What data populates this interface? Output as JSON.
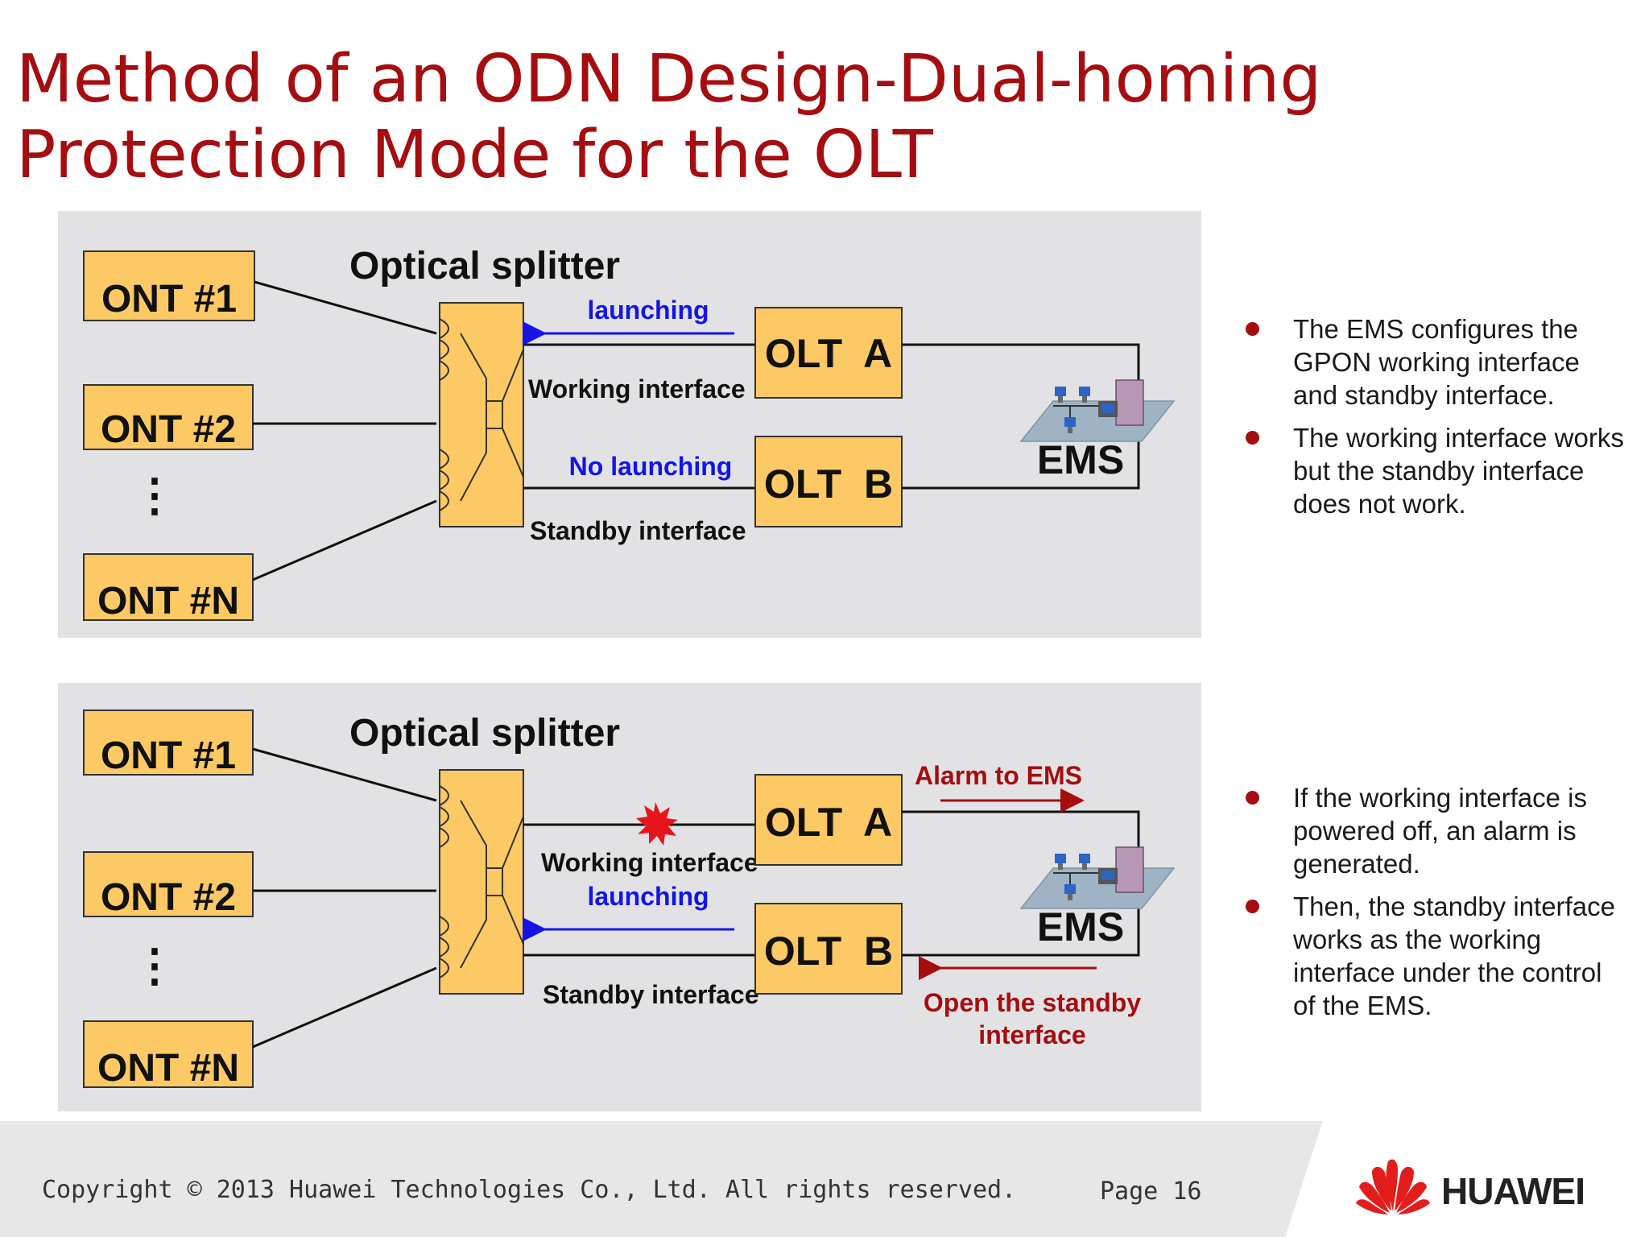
{
  "slide": {
    "title": "Method of an ODN Design-Dual-homing Protection Mode for the OLT",
    "copyright": "Copyright © 2013 Huawei Technologies Co., Ltd. All rights reserved.",
    "page": "Page 16",
    "brand": "HUAWEI"
  },
  "colors": {
    "title": "#a50d10",
    "box_fill": "#fcc964",
    "panel": "#e2e2e4",
    "blue_label": "#1414e6",
    "red_label": "#a50d10"
  },
  "diagram_top": {
    "onts": [
      "ONT #1",
      "ONT #2",
      "ONT #N"
    ],
    "ellipsis": "⋮",
    "splitter_label": "Optical splitter",
    "olt_a": "OLT  A",
    "olt_b": "OLT  B",
    "ems": "EMS",
    "launching": "launching",
    "working_interface": "Working interface",
    "no_launching": "No launching",
    "standby_interface": "Standby interface"
  },
  "diagram_bottom": {
    "onts": [
      "ONT #1",
      "ONT #2",
      "ONT #N"
    ],
    "ellipsis": "⋮",
    "splitter_label": "Optical splitter",
    "olt_a": "OLT  A",
    "olt_b": "OLT  B",
    "ems": "EMS",
    "alarm_to_ems": "Alarm to EMS",
    "working_interface": "Working interface",
    "launching": "launching",
    "standby_interface": "Standby interface",
    "open_standby_line1": "Open the standby",
    "open_standby_line2": "interface"
  },
  "bullets_top": [
    "The EMS configures the GPON working interface and standby interface.",
    "The working interface works but the standby interface does not work."
  ],
  "bullets_bottom": [
    "If the working interface is powered off, an alarm is generated.",
    "Then, the standby interface works as the working interface under the control of the EMS."
  ]
}
